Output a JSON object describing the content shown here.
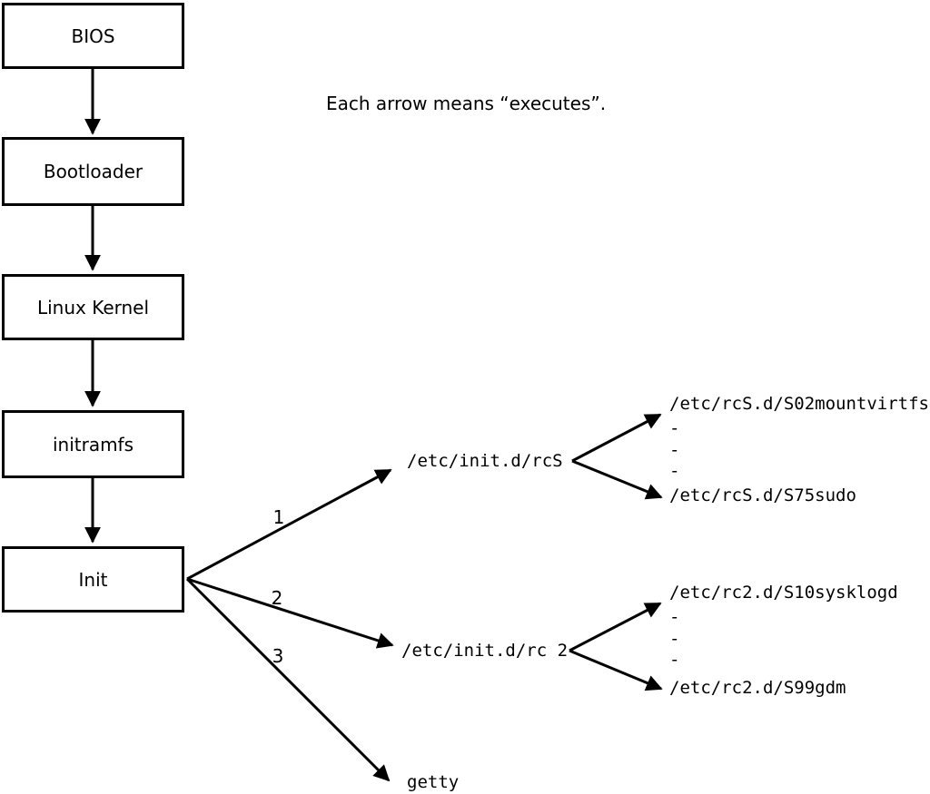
{
  "note": {
    "text": "Each arrow means “executes”."
  },
  "flowchart": {
    "boxes": [
      {
        "label": "BIOS"
      },
      {
        "label": "Bootloader"
      },
      {
        "label": "Linux Kernel"
      },
      {
        "label": "initramfs"
      },
      {
        "label": "Init"
      }
    ]
  },
  "init_targets": {
    "labels": [
      "1",
      "2",
      "3"
    ],
    "rcS": "/etc/init.d/rcS",
    "rc2": "/etc/init.d/rc 2",
    "getty": "getty"
  },
  "rcS_scripts": {
    "first": "/etc/rcS.d/S02mountvirtfs",
    "last": "/etc/rcS.d/S75sudo"
  },
  "rc2_scripts": {
    "first": "/etc/rc2.d/S10sysklogd",
    "last": "/etc/rc2.d/S99gdm"
  },
  "ellipsis_dash": "-",
  "colors": {
    "line": "#000000",
    "background": "#ffffff",
    "text": "#000000"
  }
}
